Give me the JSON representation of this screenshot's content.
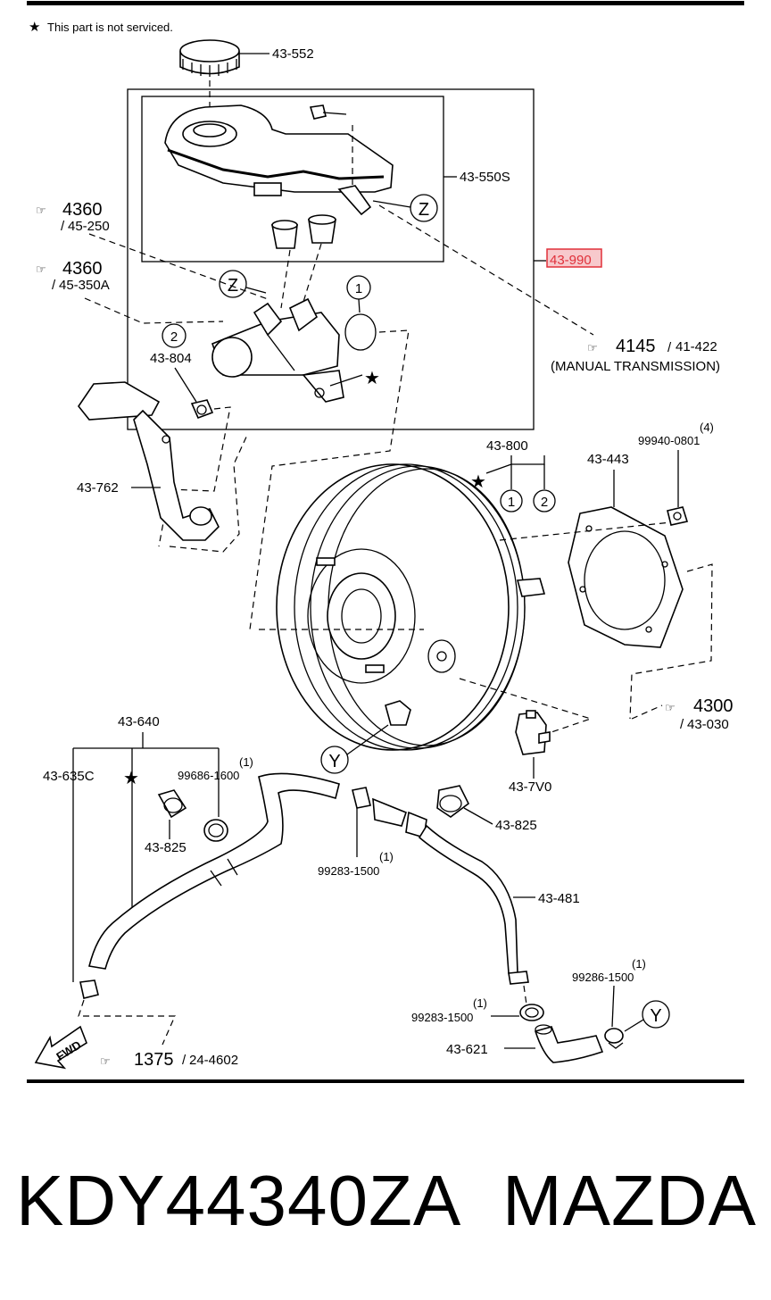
{
  "note": {
    "text": "This part is not serviced."
  },
  "callouts": {
    "c43_552": "43-552",
    "c43_550S": "43-550S",
    "c43_990": "43-990",
    "c4360_a": "4360",
    "c45_250": "45-250",
    "c4360_b": "4360",
    "c45_350A": "45-350A",
    "c4145": "4145",
    "c41_422": "41-422",
    "manual": "(MANUAL TRANSMISSION)",
    "c43_804": "43-804",
    "c43_762": "43-762",
    "c43_800": "43-800",
    "c99940": "99940-0801",
    "q4": "(4)",
    "c43_443": "43-443",
    "c4300": "4300",
    "c43_030": "43-030",
    "c43_640": "43-640",
    "c43_635C": "43-635C",
    "c99686": "99686-1600",
    "q1a": "(1)",
    "c43_825a": "43-825",
    "c43_825b": "43-825",
    "c99283a": "99283-1500",
    "q1b": "(1)",
    "c43_7V0": "43-7V0",
    "c43_481": "43-481",
    "c99286": "99286-1500",
    "q1c": "(1)",
    "c99283b": "99283-1500",
    "q1d": "(1)",
    "c43_621": "43-621",
    "c1375": "1375",
    "c24_4602": "24-4602"
  },
  "markers": {
    "z": "Z",
    "y": "Y",
    "one": "1",
    "two": "2",
    "fwd": "FWD"
  },
  "footer": {
    "part_number": "KDY44340ZA",
    "brand": "MAZDA"
  },
  "colors": {
    "highlight": "#e0303a",
    "highlight_fill": "#f7c9cc",
    "ink": "#000000"
  }
}
